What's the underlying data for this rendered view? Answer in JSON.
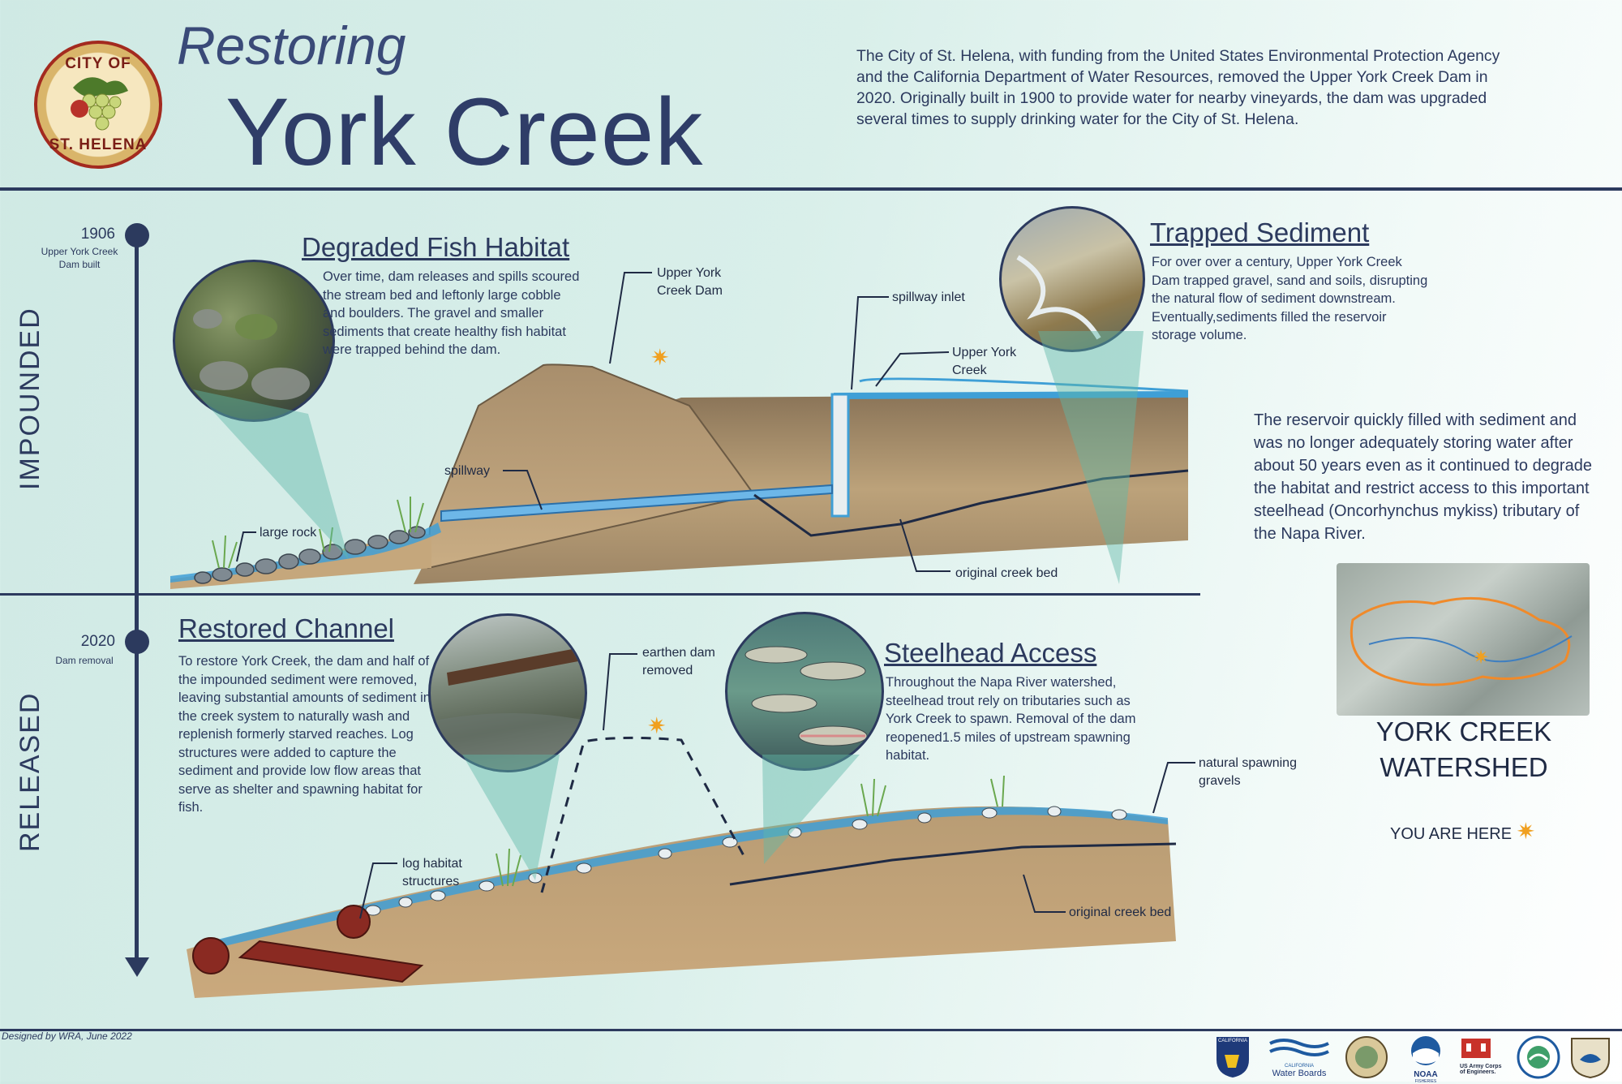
{
  "seal": {
    "top_text": "CITY OF",
    "bottom_text": "ST. HELENA"
  },
  "title": {
    "line1": "Restoring",
    "line2": "York Creek"
  },
  "intro": "The City of St. Helena, with funding from the United States Environmental Protection Agency and the California Department of Water Resources, removed the Upper York Creek Dam in 2020. Originally built in 1900 to provide water for nearby vineyards, the dam was upgraded several times to supply drinking water for the City of St. Helena.",
  "timeline": {
    "year1": "1906",
    "year1_sub": "Upper York Creek Dam built",
    "year2": "2020",
    "year2_sub": "Dam removal",
    "section1": "IMPOUNDED",
    "section2": "RELEASED"
  },
  "impounded": {
    "fish_heading": "Degraded Fish Habitat",
    "fish_text": "Over time, dam releases and spills scoured the stream bed and leftonly large cobble and boulders. The gravel and smaller sediments that create healthy fish habitat were trapped behind the dam.",
    "sediment_heading": "Trapped Sediment",
    "sediment_text": "For over over a century, Upper York Creek Dam trapped gravel, sand and soils, disrupting the natural flow of sediment downstream. Eventually,sediments filled the reservoir storage volume.",
    "labels": {
      "dam": "Upper York Creek Dam",
      "spillway_inlet": "spillway inlet",
      "creek": "Upper York Creek",
      "spillway": "spillway",
      "large_rock": "large rock",
      "original_bed": "original creek bed"
    }
  },
  "released": {
    "channel_heading": "Restored Channel",
    "channel_text": "To restore York Creek, the dam and half of the impounded sediment were removed, leaving substantial amounts of sediment in the creek system to naturally wash and  replenish formerly starved reaches. Log structures were added to capture the sediment and provide low flow areas that serve as shelter and spawning habitat for fish.",
    "steelhead_heading": "Steelhead Access",
    "steelhead_text": "Throughout the Napa River watershed, steelhead trout rely on tributaries such as York Creek to spawn. Removal of the dam reopened1.5 miles of upstream spawning habitat.",
    "labels": {
      "earthen_dam": "earthen dam removed",
      "spawning": "natural spawning gravels",
      "log_habitat": "log habitat structures",
      "original_bed": "original creek bed"
    }
  },
  "side_text": "The reservoir quickly filled with sediment and was no longer adequately storing water after about 50 years even as it continued to degrade the habitat and restrict access to this important steelhead (Oncorhynchus mykiss) tributary of the Napa River.",
  "map": {
    "title_line1": "YORK CREEK",
    "title_line2": "WATERSHED",
    "you_are_here": "YOU ARE HERE"
  },
  "credit": "Designed by WRA, June 2022",
  "partners": {
    "p1": "CALIFORNIA",
    "p2_small": "CALIFORNIA",
    "p2": "Water Boards",
    "p3": "NOAA",
    "p3_sub": "FISHERIES",
    "p4_line1": "US Army Corps",
    "p4_line2": "of Engineers."
  },
  "colors": {
    "navy": "#2c3a5e",
    "water": "#3f9fd6",
    "soil": "#b99a72",
    "accent_star": "#f0a020"
  }
}
